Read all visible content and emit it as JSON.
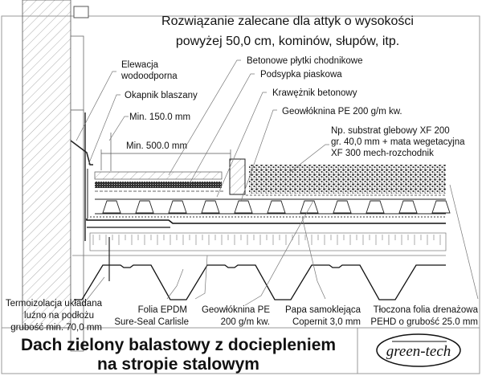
{
  "heading": {
    "line1": "Rozwiązanie zalecane dla attyk o wysokości",
    "line2": "powyżej 50,0 cm, kominów, słupów, itp."
  },
  "labels": {
    "elewacja_1": "Elewacja",
    "elewacja_2": "wodoodporna",
    "okapnik": "Okapnik blaszany",
    "min150": "Min. 150.0 mm",
    "min500": "Min. 500.0 mm",
    "plytki": "Betonowe płytki chodnikowe",
    "podsypka": "Podsypka piaskowa",
    "kraweznik": "Krawężnik betonowy",
    "geowloknina_top": "Geowłóknina PE 200 g/m kw.",
    "substrat_1": "Np. substrat glebowy XF 200",
    "substrat_2": "gr. 40,0 mm + mata wegetacyjna",
    "substrat_3": "XF 300 mech-rozchodnik",
    "termo_1": "Termoizolacja układana",
    "termo_2": "luźno na podłożu",
    "termo_3": "grubość min. 70,0 mm",
    "epdm_1": "Folia EPDM",
    "epdm_2": "Sure-Seal Carlisle",
    "geo_bottom_1": "Geowłóknina PE",
    "geo_bottom_2": "200 g/m kw.",
    "papa_1": "Papa samoklejąca",
    "papa_2": "Copernit 3,0 mm",
    "folia_1": "Tłoczona folia drenażowa",
    "folia_2": "PEHD o grubość 25.0 mm"
  },
  "footer": {
    "title_1": "Dach zielony balastowy z dociepleniem",
    "title_2": "na stropie stalowym",
    "logo": "green-tech"
  }
}
